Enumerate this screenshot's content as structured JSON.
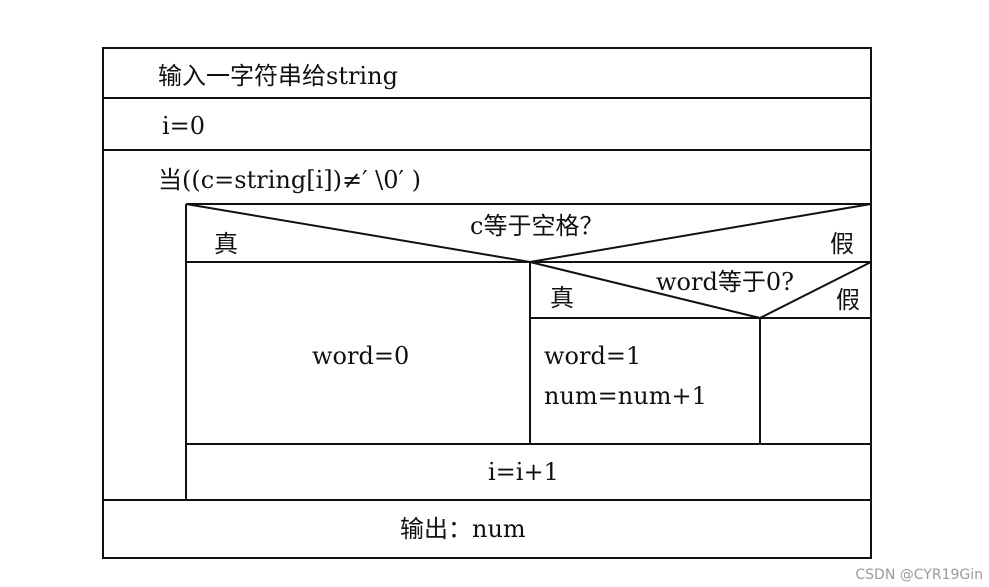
{
  "flowchart": {
    "input_step": "输入一字符串给string",
    "init_step": "i=0",
    "loop_condition": "当((c=string[i])≠′ \\0′ )",
    "decision_space": {
      "question": "c等于空格？",
      "true_label": "真",
      "false_label": "假"
    },
    "space_true_action": "word=0",
    "decision_word": {
      "question": "word等于0?",
      "true_label": "真",
      "false_label": "假"
    },
    "word_true_actions": [
      "word=1",
      "num=num+1"
    ],
    "increment_step": "i=i+1",
    "output_step": "输出：num"
  },
  "watermark": "CSDN @CYR19Gin"
}
